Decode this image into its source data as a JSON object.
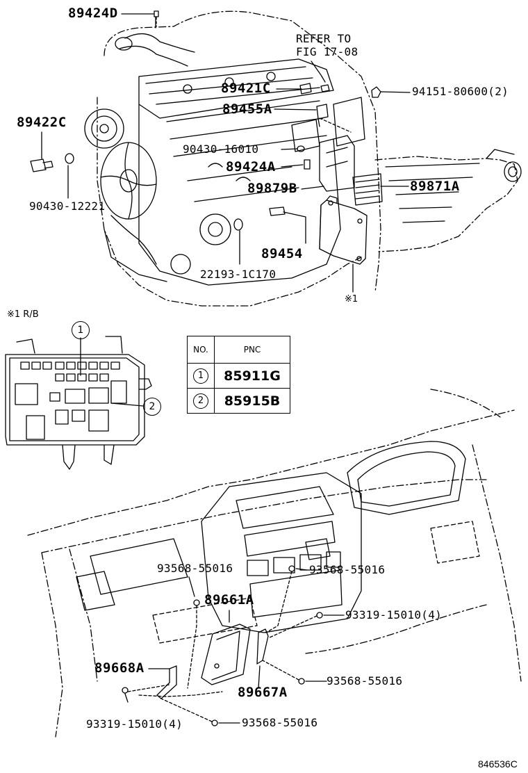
{
  "labels": {
    "p89424D": "89424D",
    "refer_line1": "REFER TO",
    "refer_line2": "FIG 17-08",
    "p89421C": "89421C",
    "p94151": "94151-80600(2)",
    "p89455A": "89455A",
    "p89422C": "89422C",
    "p90430_16010": "90430-16010",
    "p89424A": "89424A",
    "p89879B": "89879B",
    "p89871A": "89871A",
    "p90430_12221": "90430-12221",
    "p89454": "89454",
    "p22193": "22193-1C170",
    "note1_marker": "※1",
    "rb_title": "※1 R/B",
    "callout1": "1",
    "callout2": "2",
    "p93568_a": "93568-55016",
    "p93568_b": "93568-55016",
    "p89661A": "89661A",
    "p93319_a": "93319-15010(4)",
    "p89668A": "89668A",
    "p93568_c": "93568-55016",
    "p89667A": "89667A",
    "p93319_b": "93319-15010(4)",
    "p93568_d": "93568-55016",
    "figure_id": "846536C"
  },
  "pnc_table": {
    "header_no": "NO.",
    "header_pnc": "PNC",
    "rows": [
      {
        "no": "1",
        "pnc": "85911G"
      },
      {
        "no": "2",
        "pnc": "85915B"
      }
    ]
  }
}
